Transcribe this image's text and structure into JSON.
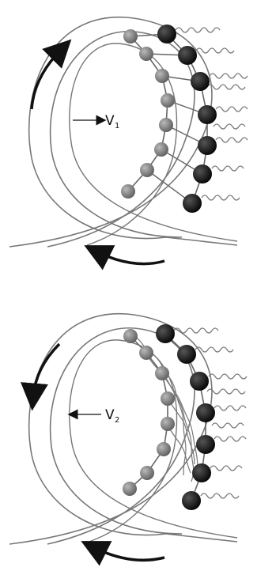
{
  "panels": [
    {
      "id": "top",
      "label": "V",
      "subscript": "1",
      "arrow_direction": "right",
      "rotation": "clockwise"
    },
    {
      "id": "bottom",
      "label": "V",
      "subscript": "2",
      "arrow_direction": "left",
      "rotation": "counterclockwise"
    }
  ],
  "colors": {
    "line": "#777777",
    "grey_bead": "#707070",
    "black_bead": "#111111",
    "arrow": "#111111"
  }
}
